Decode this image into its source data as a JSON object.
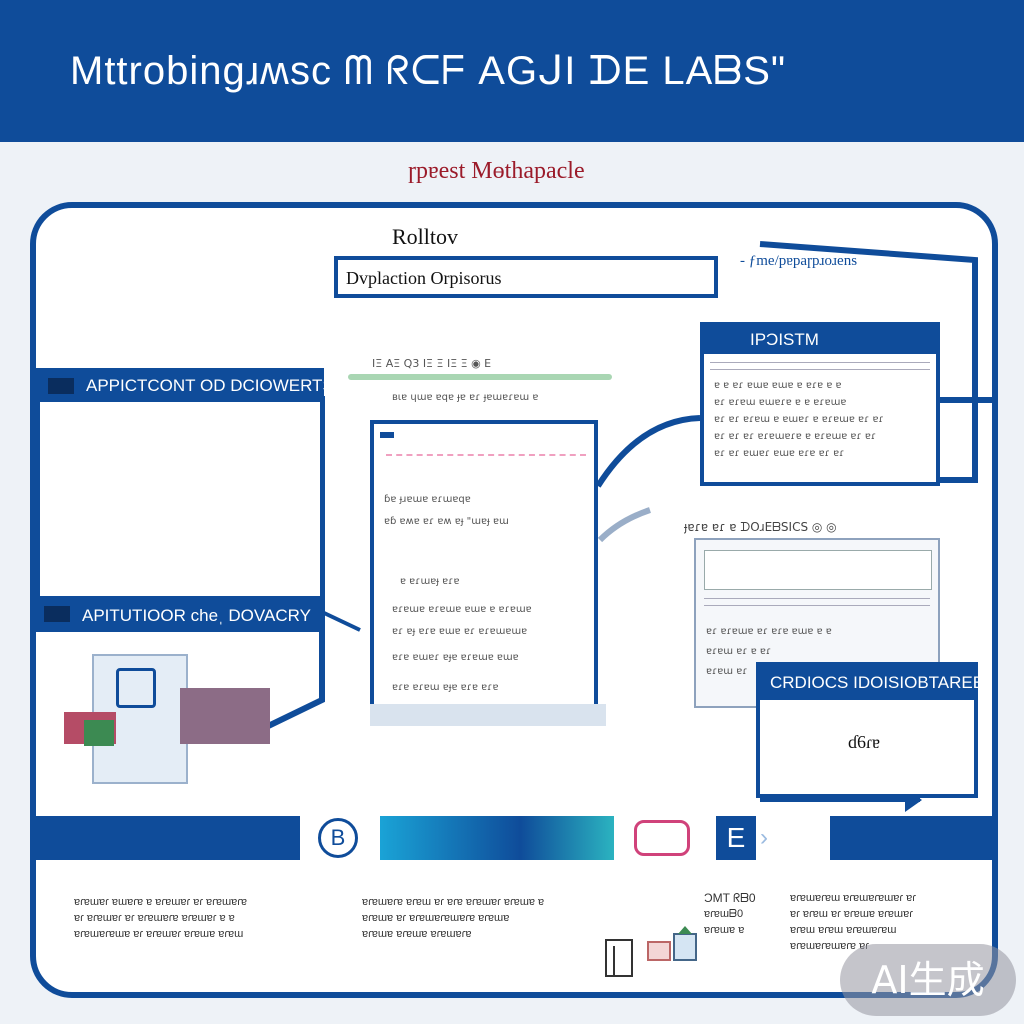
{
  "header": {
    "title": "Mttrobingɹʍsc ᗰ ᖇᑕᖴ AGᒍI ᗪE LAᗷS\"",
    "subtitle": "ɼpɐest Mɵthapacle"
  },
  "center": {
    "label": "Rolltov",
    "input_value": "Dvplaction Orpisorus",
    "toolbar_text": "ΙΞ ΑΞ  Q3    ΙΞ Ξ ΙΞ Ξ  ◉  Ε",
    "caption": "ʙɩɐ ɥɯɐ ɐqɐ ɟɐ ɐɾ ɟɐɯɐɾɐɯ ɐ",
    "screen_lines": [
      "ɓɐ ɟɹɐɯɐ ɐɾɯɐqɐ",
      "ɐɓ ɐʍɐ ɐɾ ɐʍ ɐɟ \"ɯɐɟ ɐɯ",
      "ɐ ɐɾɯɐɟ ɐɾɐ",
      "ɐɾɐɯɐ ɐɾɐɯɐ ɐɯɐ ɐ ɐɾɐɯɐ",
      "ɐɾ ɐɟ ɐɾɐ ɐɯɐ ɐɾ ɐɾɐɯɐɯɐ",
      "ɐɾɐ ɐɯɐɾ ɐɟɐ ɐɾɐɯɐ ɐɯɐ",
      "ɐɾɐ ɐɾɐɯ ɐɟɐ ɐɾɐ ɐɾɐ"
    ]
  },
  "top_right": {
    "arrow_label": "- ƒme/pɐpaɼpɹoɹens",
    "panel_title": "IPƆISTM",
    "panel_lines": [
      "ɐ ɐ ɐɾ ɐɯɐ ɐɯɐ ɐ ɐɾɐ ɐ ɐ",
      "ɐɾ ɐɾɐɯ ɐɯɐɾɐ ɐ ɐ ɐɾɐɯɐ",
      "ɐɾ ɐɾ ɐɾɐɯ ɐ ɐɯɐɾ ɐ ɐɾɐɯɐ ɐɾ ɐɾ",
      "ɐɾ ɐɾ ɐɾ ɐɾɐɯɐɾɐ ɐ ɐɾɐɯɐ ɐɾ ɐɾ",
      "ɐɾ ɐɾ ɐɯɐɾ ɐɯɐ ɐɾɐ ɐɾ ɐɾ"
    ]
  },
  "middle_right": {
    "label": "ɟɐɾɐ ɐɾ ɐ ᗪOɹEᗷSICS  ◎ ◎",
    "lines": [
      "ɐɾ ɐɾɐɯɐ ɐɾ ɐɾɐ ɐɯɐ ɐ ɐ",
      "ɐɾɐɯ ɐɾ ɐ ɐɾ",
      "ɐɾɐɯ ɐɾ"
    ]
  },
  "output_box": {
    "title": "CRDIOCS IDOISIOBTAREE",
    "value": "ɗ6ɾɐ"
  },
  "left": {
    "box1_title": "APPICTCONT OD DCIOWERTS",
    "box2_title": "APITUTIOOR cheˌ DOVACRY"
  },
  "footer": {
    "col1": [
      "ɐɾɐɯɐɾ ɐɯɐɾɐ ɐ ɐɾɐɯɐɾ ɐɾ ɐɾɐɯɐɾɐ",
      "ɐɾ ɐɾɐɯɐɾ ɐɾ ɐɾɐɯɐɾɐ ɐɾɐɯɐɾ ɐ ɐ",
      "ɐɾɐɯɐɾɐɯɐ ɐɾ ɐɾɐɯɐɾ ɐɾɐɯɐ ɐɾɐɯ"
    ],
    "col2": [
      "ɐɾɐɯɐɾɐ ɐɾɐɯ ɐɾ ɐɾɐ ɐɾɐɯɐɾ ɐɾɐɯɐ ɐ",
      "ɐɾɐɯɐ ɐɾ ɐɾɐɯɐɾɐɯɐɾɐ ɐɾɐɯɐ",
      "ɐɾɐɯɐ        ɐɾɐɯɐ ɐɾɐɯɐɾɐ"
    ],
    "col3": [
      "ƆMT ᖇᗷ0",
      "ɐɾɐɯᗷ0",
      "ɐɾɐɯɐ ɐ"
    ],
    "col4": [
      "ɐɾɐɯɐɾɐɯ ɐɾɐɯɐɾɐɯɐɾ ɐɾ",
      "ɐɾ ɐɾɐɯ ɐɾ ɐɾɐɯɐ ɐɾɐɯɐɾ",
      "ɐɾɐɯ ɐɾɐɯ ɐɾɐɯɐɾɐɯ",
      "ɐɾɐɯɐɾɐɯɐɾɐ ɐɾ"
    ],
    "badge_b": "B",
    "badge_e": "E"
  },
  "watermark": "AI生成",
  "colors": {
    "primary": "#0f4c9a",
    "accent_red": "#9b1b2a",
    "background": "#eef2f7"
  }
}
